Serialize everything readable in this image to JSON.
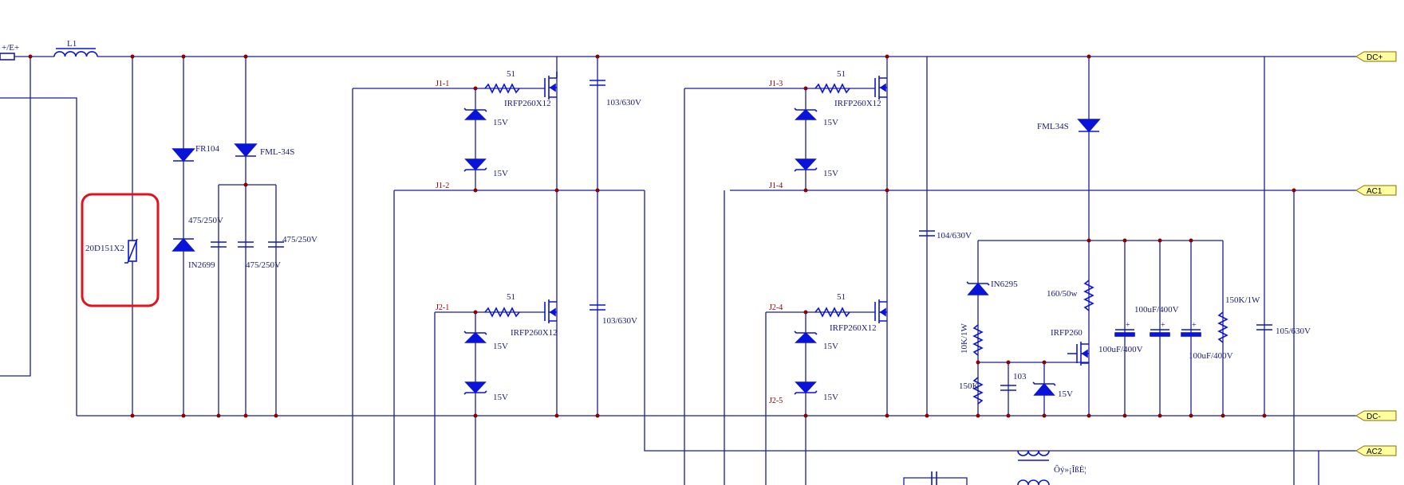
{
  "colors": {
    "wire": "#1c1c9c",
    "component": "#0a14d8",
    "junction": "#8b0000",
    "port_fill": "#ffffa0",
    "port_stroke": "#8b6b00",
    "highlight": "#e0141e",
    "net_label": "#8b0000"
  },
  "ports": {
    "dc_plus": "DC+",
    "ac1": "AC1",
    "dc_minus": "DC-",
    "ac2": "AC2"
  },
  "labels": {
    "input": "+/E+",
    "inductor": "L1",
    "varistor": "20D151X2",
    "fr104": "FR104",
    "in2699": "IN2699",
    "fml34s_a": "FML-34S",
    "cap_a1": "475/250V",
    "cap_a2": "475/250V",
    "cap_a3": "475/250V",
    "r_g1": "51",
    "r_g2": "51",
    "r_g3": "51",
    "r_g4": "51",
    "q1": "IRFP260X12",
    "q2": "IRFP260X12",
    "q3": "IRFP260X12",
    "q4": "IRFP260X12",
    "z1": "15V",
    "z2": "15V",
    "z3": "15V",
    "z4": "15V",
    "z5": "15V",
    "z6": "15V",
    "z7": "15V",
    "z8": "15V",
    "c_snub1": "103/630V",
    "c_snub2": "103/630V",
    "c_104": "104/630V",
    "fml34s_b": "FML34S",
    "in6295": "IN6295",
    "r_10k": "10K/1W",
    "r_150k_low": "150K",
    "c_103": "103",
    "z_15v_reg": "15V",
    "r_160": "160/50w",
    "q_reg": "IRFP260",
    "cap_e1": "100uF/400V",
    "cap_e2": "100uF/400V",
    "cap_e3": "100uF/400V",
    "r_150k_1w": "150K/1W",
    "c_105": "105/630V",
    "transformer": "Ôý»¡ÎßÈ¦"
  },
  "nets": {
    "j1_1": "J1-1",
    "j1_2": "J1-2",
    "j1_3": "J1-3",
    "j1_4": "J1-4",
    "j2_1": "J2-1",
    "j2_4": "J2-4",
    "j2_5": "J2-5"
  }
}
